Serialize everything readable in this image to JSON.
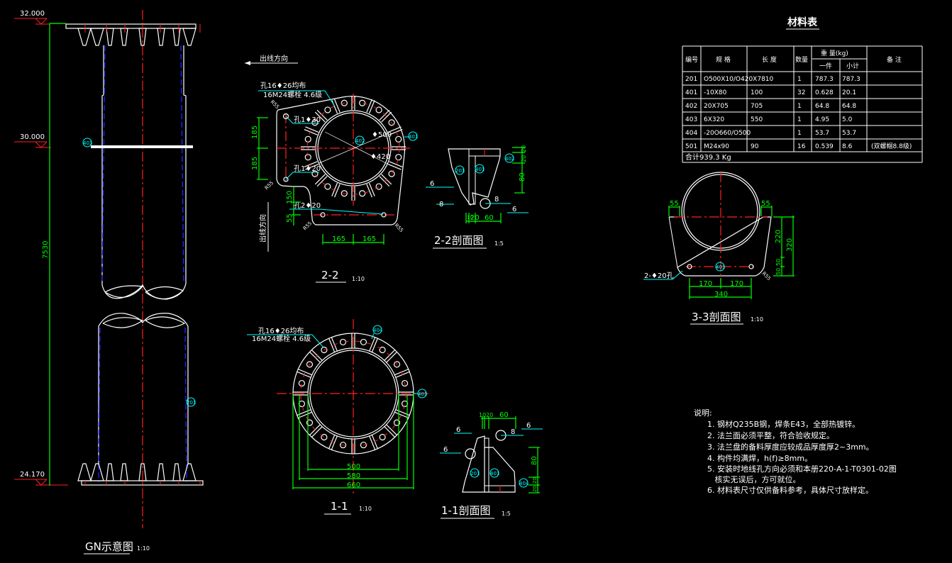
{
  "colors": {
    "background": "#000000",
    "outline": "#ffffff",
    "centerline": "#ff2020",
    "dimension": "#00ff00",
    "leader": "#00ffff",
    "hidden": "#2020ff"
  },
  "elevation": {
    "title": "GN示意图",
    "scale": "1:10",
    "levels": [
      "32.000",
      "30.000",
      "24.170"
    ],
    "height_dim": "7530",
    "labels": {
      "stiffener": "403",
      "pipe": "201"
    }
  },
  "section22": {
    "title": "2-2",
    "scale": "1:10",
    "direction_label": "出线方向",
    "direction_label_vertical": "出线方向",
    "holes_note_1": "孔16♦26均布",
    "holes_note_2": "16M24螺栓 4.6级",
    "hole_a": "孔1♦30",
    "hole_b": "孔1♦20",
    "hole_c": "孔2♦20",
    "dia_outer": "♦500",
    "dia_inner": "♦420",
    "dims": [
      "185",
      "185",
      "150",
      "55",
      "165",
      "165"
    ],
    "radii": [
      "R55",
      "R55",
      "R55",
      "R55"
    ],
    "labels": [
      "402",
      "401"
    ]
  },
  "detail22": {
    "title": "2-2剖面图",
    "scale": "1:5",
    "dims": [
      "20",
      "20",
      "80",
      "10",
      "20",
      "60"
    ],
    "welds": [
      "6",
      "8",
      "8",
      "6"
    ],
    "labels": [
      "201",
      "401",
      "402"
    ]
  },
  "section11": {
    "title": "1-1",
    "scale": "1:10",
    "holes_note_1": "孔16♦26均布",
    "holes_note_2": "16M24螺栓 4.6级",
    "dims": [
      "500",
      "580",
      "660"
    ],
    "labels": [
      "404",
      "401"
    ]
  },
  "detail11": {
    "title": "1-1剖面图",
    "scale": "1:5",
    "dims": [
      "10",
      "20",
      "60",
      "80",
      "20",
      "20"
    ],
    "welds": [
      "6",
      "6",
      "8",
      "6"
    ],
    "labels": [
      "201",
      "401",
      "404"
    ]
  },
  "section33": {
    "title": "3-3剖面图",
    "scale": "1:10",
    "dims": [
      "55",
      "55",
      "220",
      "320",
      "50",
      "50",
      "170",
      "170",
      "340"
    ],
    "hole_note": "2-♦20孔",
    "radius": "R55",
    "label": "403"
  },
  "material_table": {
    "title": "材料表",
    "headers": {
      "no": "编号",
      "spec": "规 格",
      "length": "长 度",
      "qty": "数量",
      "weight": "重  量(kg)",
      "each": "一件",
      "subtotal": "小计",
      "remark": "备 注"
    },
    "rows": [
      {
        "no": "201",
        "spec": "O500X10/O420X7810",
        "length": "",
        "qty": "1",
        "each": "787.3",
        "subtotal": "787.3",
        "remark": ""
      },
      {
        "no": "401",
        "spec": "-10X80",
        "length": "100",
        "qty": "32",
        "each": "0.628",
        "subtotal": "20.1",
        "remark": ""
      },
      {
        "no": "402",
        "spec": "20X705",
        "length": "705",
        "qty": "1",
        "each": "64.8",
        "subtotal": "64.8",
        "remark": ""
      },
      {
        "no": "403",
        "spec": "6X320",
        "length": "550",
        "qty": "1",
        "each": "4.95",
        "subtotal": "5.0",
        "remark": ""
      },
      {
        "no": "404",
        "spec": "-20O660/O500",
        "length": "",
        "qty": "1",
        "each": "53.7",
        "subtotal": "53.7",
        "remark": ""
      },
      {
        "no": "501",
        "spec": "M24x90",
        "length": "90",
        "qty": "16",
        "each": "0.539",
        "subtotal": "8.6",
        "remark": "(双螺帽8.8级)"
      }
    ],
    "total": "合计939.3 Kg"
  },
  "notes": {
    "heading": "说明:",
    "items": [
      "1. 钢材Q235B钢，焊条E43，全部热镀锌。",
      "2. 法兰面必须平整，符合验收规定。",
      "3. 法兰盘的备料厚度应较成品厚度厚2~3mm。",
      "4. 构件均满焊，h(f)≥8mm。",
      "5. 安装时地线孔方向必须和本册220-A-1-T0301-02图",
      "   核实无误后，方可就位。",
      "6. 材料表尺寸仅供备料参考，具体尺寸放样定。"
    ]
  }
}
